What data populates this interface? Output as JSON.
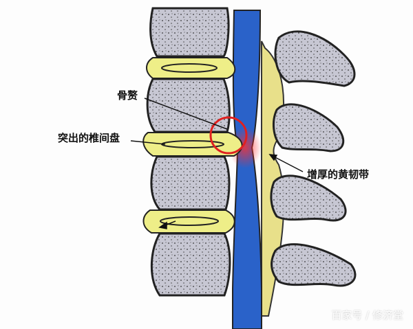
{
  "labels": {
    "bone_spur": "骨赘",
    "herniated_disc": "突出的椎间盘",
    "thickened_ligament": "增厚的黄韧带"
  },
  "watermark": "百家号 / 修济堂",
  "colors": {
    "bone": "#c9c9d6",
    "disc": "#eeee88",
    "canal": "#2a62c9",
    "ligament": "#e8e08a",
    "highlight": "#e02020"
  }
}
